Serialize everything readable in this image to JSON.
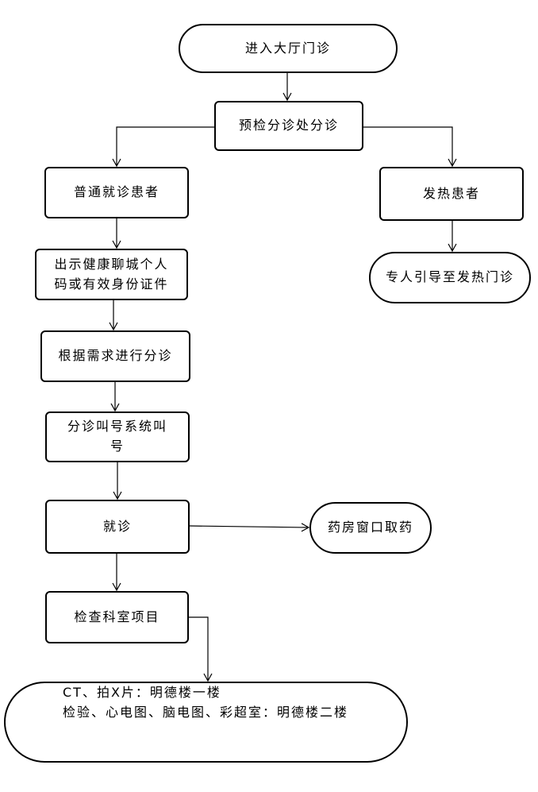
{
  "nodes": {
    "enter_hall": "进入大厅门诊",
    "pre_triage": "预检分诊处分诊",
    "regular_patient": "普通就诊患者",
    "fever_patient": "发热患者",
    "fever_guide": "专人引导至发热门诊",
    "show_code": [
      "出示健康聊城个人",
      "码或有效身份证件"
    ],
    "triage_by_need": "根据需求进行分诊",
    "queue_call": [
      "分诊叫号系统叫",
      "号"
    ],
    "consultation": "就诊",
    "pharmacy": "药房窗口取药",
    "exam_dept": "检查科室项目",
    "locations": [
      "CT、拍X片：明德楼一楼",
      "检验、心电图、脑电图、彩超室：明德楼二楼"
    ]
  }
}
